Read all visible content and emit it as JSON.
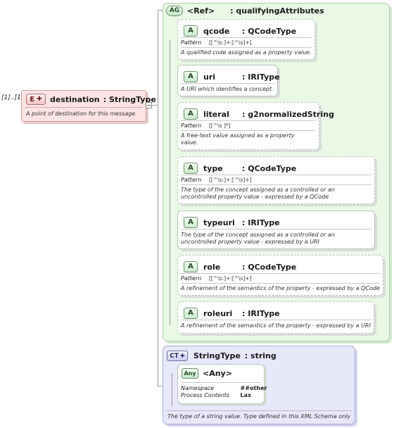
{
  "occurrence": "[1]..[1]",
  "element": {
    "badge": "E",
    "name": "destination",
    "type_sep": ":",
    "type": "StringType",
    "description": "A point of destination for this message."
  },
  "attribute_group": {
    "badge": "AG",
    "ref_label": "<Ref>",
    "name": ": qualifyingAttributes",
    "attributes": [
      {
        "name": "qcode",
        "type": ": QCodeType",
        "pattern_label": "Pattern",
        "pattern": "[[^\\s:]+:[^\\s]+]",
        "description": "A qualified code assigned as a property value."
      },
      {
        "name": "uri",
        "type": ": IRIType",
        "description": "A URI which identifies a concept."
      },
      {
        "name": "literal",
        "type": ": g2normalizedString",
        "pattern_label": "Pattern",
        "pattern": "[[^\\s ]*]",
        "description": "A free-text value assigned as a property value."
      },
      {
        "name": "type",
        "type": ": QCodeType",
        "pattern_label": "Pattern",
        "pattern": "[[^\\s:]+:[^\\s]+]",
        "description": "The type of the concept assigned as a controlled or an uncontrolled property value - expressed by a QCode"
      },
      {
        "name": "typeuri",
        "type": ": IRIType",
        "description": "The type of the concept assigned as a controlled or an uncontrolled property value - expressed by a URI"
      },
      {
        "name": "role",
        "type": ": QCodeType",
        "pattern_label": "Pattern",
        "pattern": "[[^\\s:]+:[^\\s]+]",
        "description": "A refinement of the semantics of the property - expressed by a QCode"
      },
      {
        "name": "roleuri",
        "type": ": IRIType",
        "description": "A refinement of the semantics of the property - expressed by a URI"
      }
    ]
  },
  "complex_type": {
    "badge": "CT",
    "name": "StringType",
    "type": ": string",
    "any": {
      "badge": "Any",
      "label": "<Any>",
      "namespace_label": "Namespace",
      "namespace_value": "##other",
      "process_label": "Process Contents",
      "process_value": "Lax"
    },
    "description": "The type of a string value. Type defined in this XML Schema only"
  },
  "colors": {
    "element_bg": "#fde4e4",
    "element_border": "#d89c9c",
    "group_bg": "#eaf8e6",
    "group_border": "#a9d3a3",
    "complex_bg": "#e8e8fb",
    "complex_border": "#a9a9d8"
  }
}
